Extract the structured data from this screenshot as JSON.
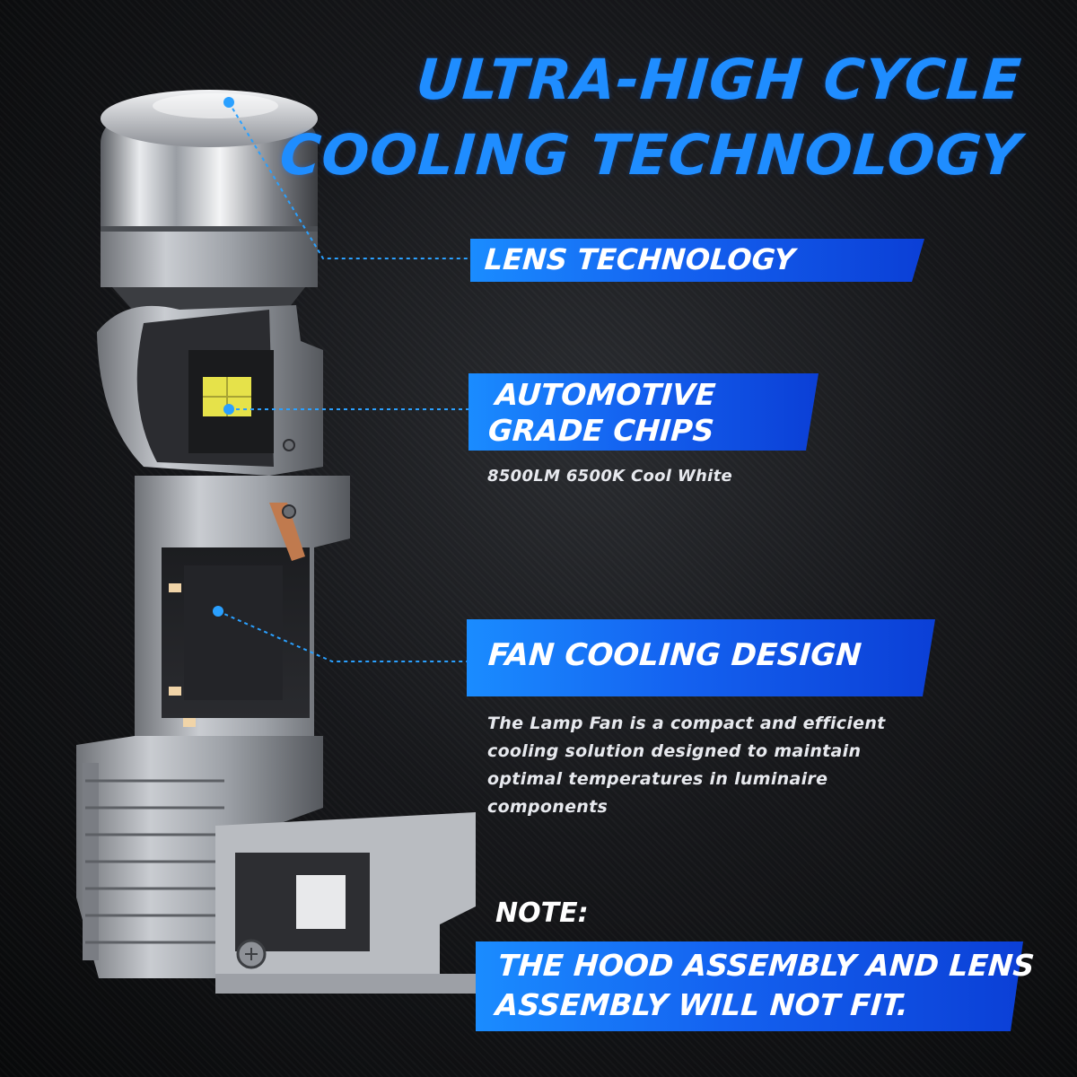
{
  "headline": {
    "line1": "ULTRA-HIGH CYCLE",
    "line2": "COOLING TECHNOLOGY"
  },
  "features": {
    "lens": {
      "title": "LENS TECHNOLOGY"
    },
    "chips": {
      "title_line1": "AUTOMOTIVE",
      "title_line2": "GRADE CHIPS",
      "spec": "8500LM 6500K Cool White"
    },
    "fan": {
      "title": "FAN COOLING DESIGN",
      "desc_line1": "The Lamp Fan is a compact and efficient",
      "desc_line2": "cooling solution designed to maintain",
      "desc_line3": "optimal temperatures in luminaire",
      "desc_line4": "components"
    }
  },
  "note": {
    "label": "NOTE:",
    "line1": "THE HOOD ASSEMBLY AND LENS",
    "line2": "ASSEMBLY WILL NOT FIT."
  },
  "colors": {
    "accent_blue": "#1f8dff",
    "banner_start": "#1a8cff",
    "banner_end": "#0b3fd6",
    "leader_line": "#2aa0ff",
    "chip_yellow": "#e6e24a"
  }
}
